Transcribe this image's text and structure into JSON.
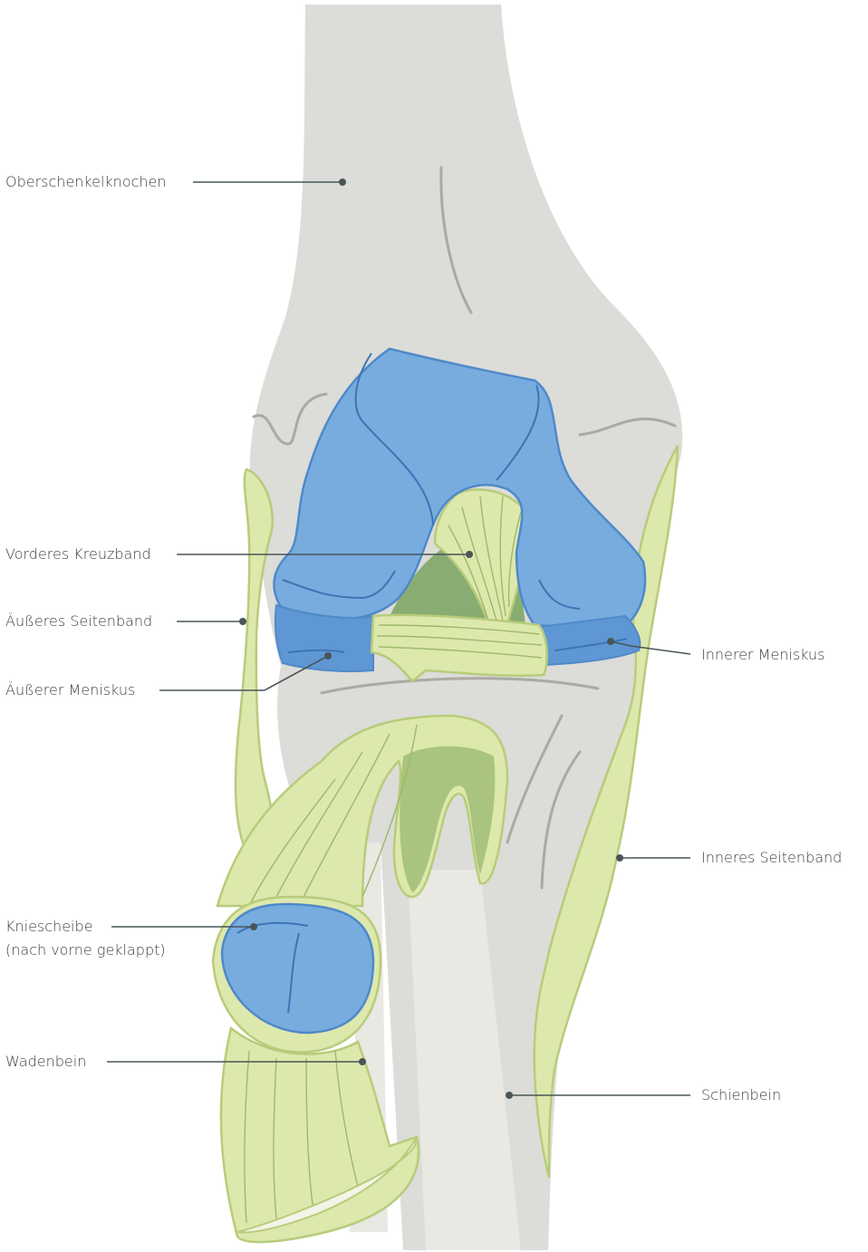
{
  "labels": {
    "femur": "Oberschenkelknochen",
    "acl": "Vorderes Kreuzband",
    "lcl": "Äußeres Seitenband",
    "lateral_meniscus": "Äußerer Meniskus",
    "medial_meniscus": "Innerer Meniskus",
    "mcl": "Inneres Seitenband",
    "patella_line1": "Kniescheibe",
    "patella_line2": "(nach vorne geklappt)",
    "fibula": "Wadenbein",
    "tibia": "Schienbein"
  },
  "colors": {
    "bone": "#dcdcd8",
    "ligament": "#dde8ad",
    "cartilage": "#78acdf",
    "label_text": "#3a4246"
  }
}
